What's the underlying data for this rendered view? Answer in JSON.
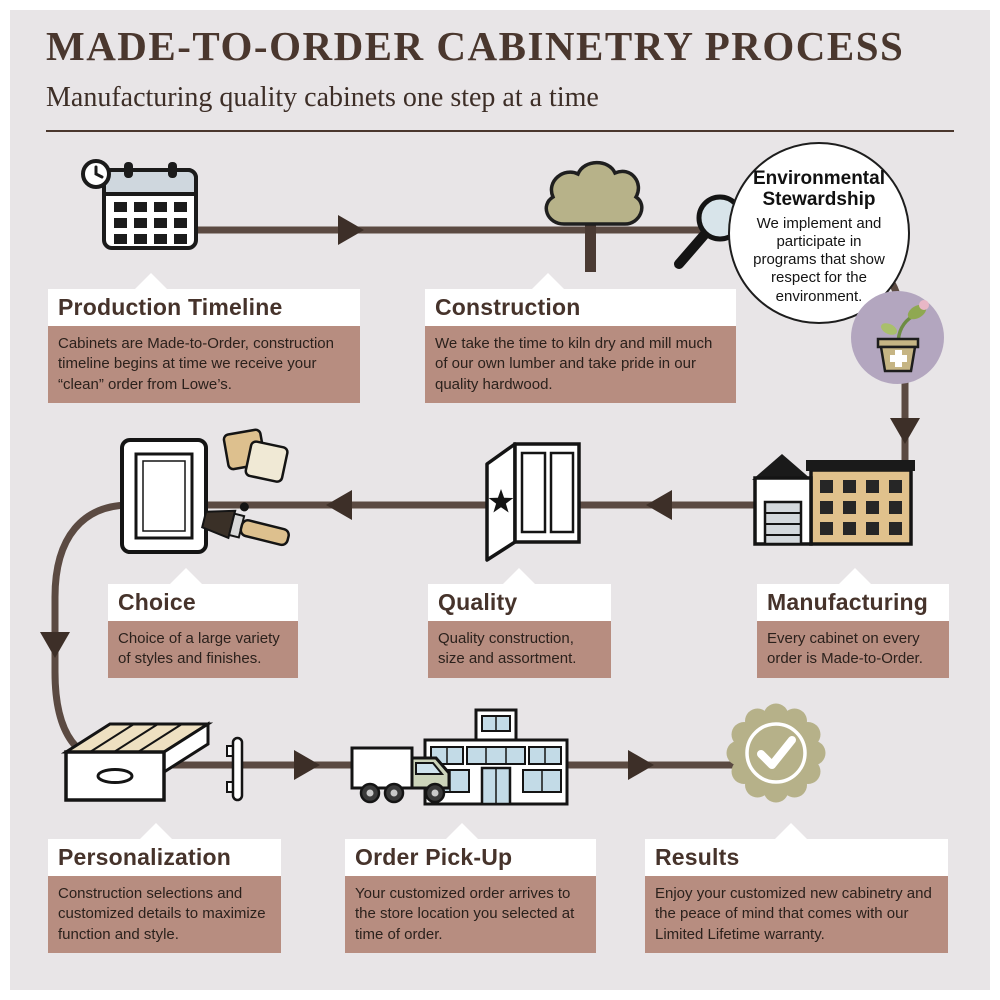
{
  "header": {
    "title": "MADE-TO-ORDER CABINETRY PROCESS",
    "subtitle": "Manufacturing quality cabinets one step at a time"
  },
  "steps": {
    "production_timeline": {
      "title": "Production Timeline",
      "description": "Cabinets are Made-to-Order, construction timeline begins at time we receive your “clean” order from Lowe’s.",
      "icon": "calendar-clock-icon"
    },
    "construction": {
      "title": "Construction",
      "description": "We take the time to kiln dry and mill much of our own lumber and take pride in our quality hardwood.",
      "icon": "tree-icon"
    },
    "environmental_stewardship": {
      "title": "Environmental Stewardship",
      "description": "We implement and participate in programs that show respect for the environment.",
      "icon": "plant-pot-icon"
    },
    "manufacturing": {
      "title": "Manufacturing",
      "description": "Every cabinet on every order is Made-to-Order.",
      "icon": "factory-icon"
    },
    "quality": {
      "title": "Quality",
      "description": "Quality construction, size and assortment.",
      "icon": "cabinet-star-icon"
    },
    "choice": {
      "title": "Choice",
      "description": "Choice of a large variety of styles and finishes.",
      "icon": "door-swatches-brush-icon"
    },
    "personalization": {
      "title": "Personalization",
      "description": "Construction selections and customized details to maximize function and style.",
      "icon": "drawer-icon"
    },
    "order_pickup": {
      "title": "Order Pick-Up",
      "description": "Your customized order arrives to the store location you selected at time of order.",
      "icon": "truck-store-icon"
    },
    "results": {
      "title": "Results",
      "description": "Enjoy your customized new cabinetry and the peace of mind that comes with our Limited Lifetime warranty.",
      "icon": "check-badge-icon"
    }
  },
  "icons": [
    "calendar-clock-icon",
    "tree-icon",
    "magnifier-icon",
    "plant-pot-icon",
    "factory-icon",
    "cabinet-star-icon",
    "door-swatches-brush-icon",
    "drawer-icon",
    "drawer-handle-icon",
    "truck-icon",
    "store-icon",
    "check-badge-icon"
  ],
  "colors": {
    "background": "#e8e5e7",
    "frame": "#ffffff",
    "title_text": "#4a372e",
    "heading_text": "#46332b",
    "body_text": "#2b211c",
    "description_box": "#b78d80",
    "label_box": "#ffffff",
    "flow_line": "#5b4a42",
    "arrow": "#3d2f28",
    "olive": "#b6b189",
    "purple": "#b3a6bf",
    "tan": "#ddc08e",
    "glass_blue": "#c3dbe7"
  }
}
